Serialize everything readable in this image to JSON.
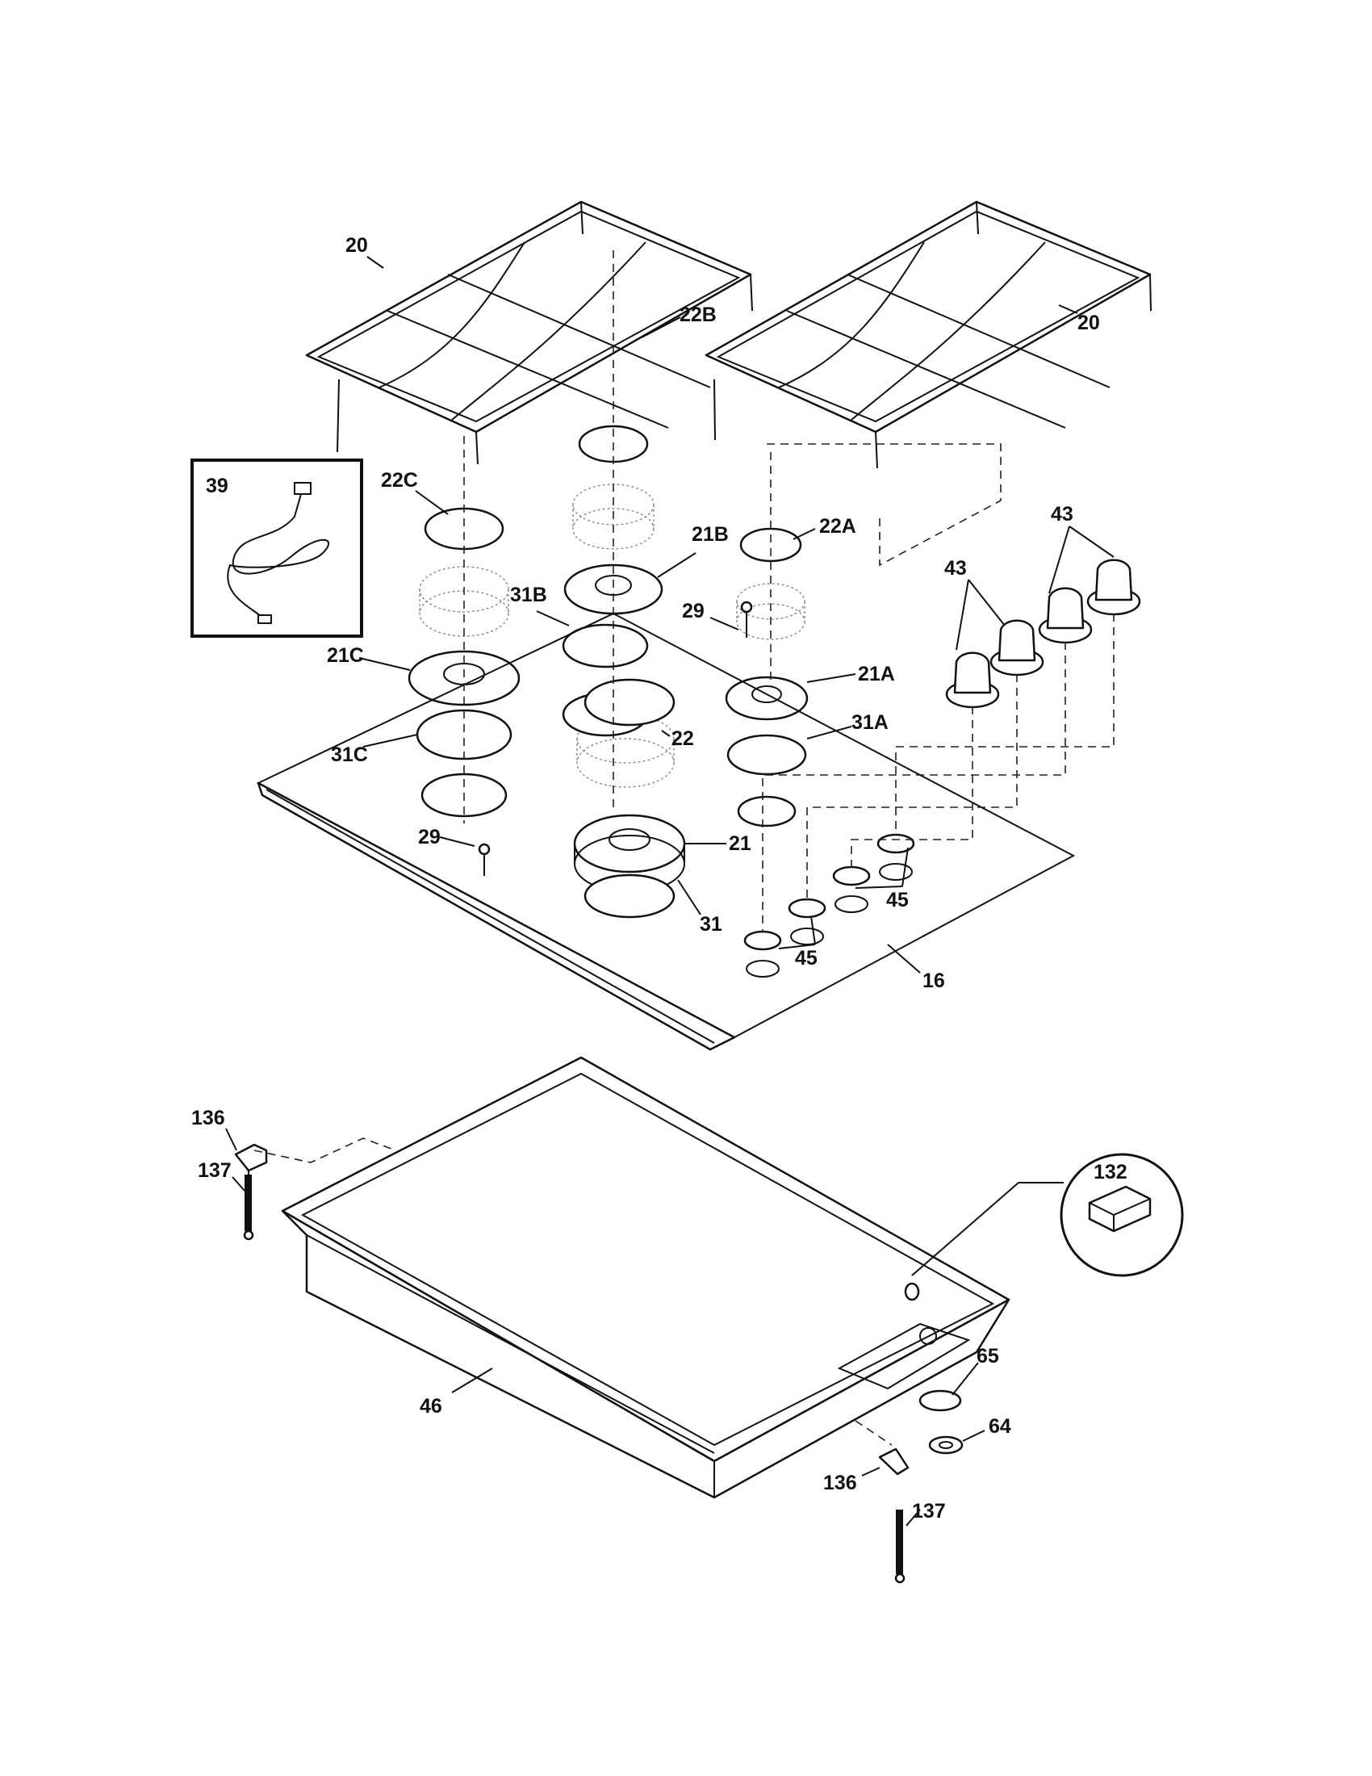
{
  "diagram": {
    "callouts": [
      {
        "id": "c-20-left",
        "label": "20"
      },
      {
        "id": "c-20-right",
        "label": "20"
      },
      {
        "id": "c-22b",
        "label": "22B"
      },
      {
        "id": "c-39",
        "label": "39"
      },
      {
        "id": "c-22c",
        "label": "22C"
      },
      {
        "id": "c-22a",
        "label": "22A"
      },
      {
        "id": "c-43-top",
        "label": "43"
      },
      {
        "id": "c-43-left",
        "label": "43"
      },
      {
        "id": "c-21b",
        "label": "21B"
      },
      {
        "id": "c-31b",
        "label": "31B"
      },
      {
        "id": "c-29-top",
        "label": "29"
      },
      {
        "id": "c-21c",
        "label": "21C"
      },
      {
        "id": "c-21a",
        "label": "21A"
      },
      {
        "id": "c-31a",
        "label": "31A"
      },
      {
        "id": "c-22",
        "label": "22"
      },
      {
        "id": "c-31c",
        "label": "31C"
      },
      {
        "id": "c-29-bottom",
        "label": "29"
      },
      {
        "id": "c-21",
        "label": "21"
      },
      {
        "id": "c-31",
        "label": "31"
      },
      {
        "id": "c-45-right",
        "label": "45"
      },
      {
        "id": "c-45-left",
        "label": "45"
      },
      {
        "id": "c-16",
        "label": "16"
      },
      {
        "id": "c-136-top",
        "label": "136"
      },
      {
        "id": "c-137-top",
        "label": "137"
      },
      {
        "id": "c-132",
        "label": "132"
      },
      {
        "id": "c-65",
        "label": "65"
      },
      {
        "id": "c-46",
        "label": "46"
      },
      {
        "id": "c-64",
        "label": "64"
      },
      {
        "id": "c-136-bottom",
        "label": "136"
      },
      {
        "id": "c-137-bottom",
        "label": "137"
      }
    ]
  }
}
